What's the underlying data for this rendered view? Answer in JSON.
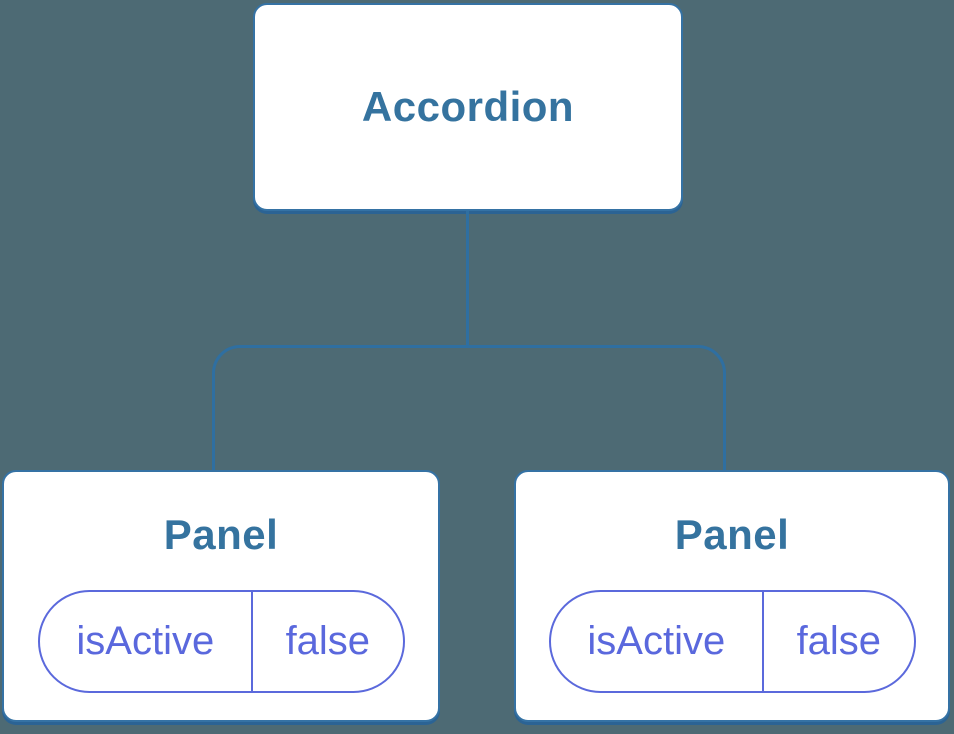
{
  "diagram": {
    "root_node": {
      "label": "Accordion"
    },
    "panel_nodes": [
      {
        "label": "Panel",
        "state": {
          "key": "isActive",
          "value": "false"
        }
      },
      {
        "label": "Panel",
        "state": {
          "key": "isActive",
          "value": "false"
        }
      }
    ],
    "colors": {
      "background": "#4d6a74",
      "node_fill": "#ffffff",
      "node_border": "#3572a4",
      "node_shadow": "#2b6394",
      "connector": "#2f6fa1",
      "node_label_text": "#35739f",
      "state_accent": "#5b69dc"
    }
  }
}
